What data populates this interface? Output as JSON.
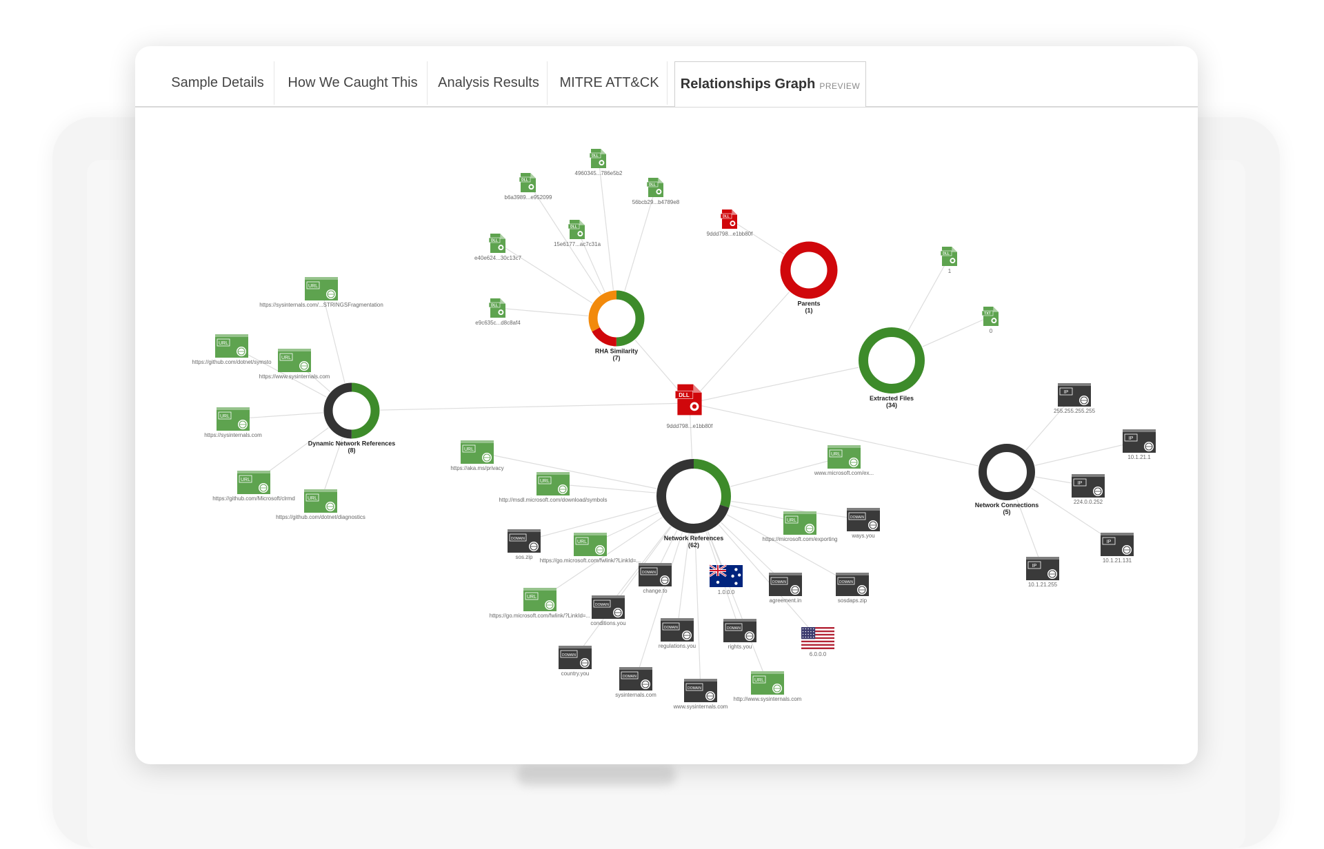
{
  "tabs": [
    {
      "label": "Sample Details"
    },
    {
      "label": "How We Caught This"
    },
    {
      "label": "Analysis Results"
    },
    {
      "label": "MITRE ATT&CK"
    },
    {
      "label": "Relationships Graph",
      "badge": "PREVIEW",
      "active": true
    }
  ],
  "colors": {
    "green": "#3d8b2a",
    "red": "#d0070b",
    "orange": "#f28a0c",
    "dark": "#333333",
    "link": "#dddddd"
  },
  "graph": {
    "center": {
      "type": "DLL",
      "label": "9ddd798...e1bb80f"
    },
    "hubs": [
      {
        "id": "rha",
        "title": "RHA Similarity",
        "count": "(7)"
      },
      {
        "id": "parents",
        "title": "Parents",
        "count": "(1)"
      },
      {
        "id": "extracted",
        "title": "Extracted Files",
        "count": "(34)"
      },
      {
        "id": "dyn",
        "title": "Dynamic Network References",
        "count": "(8)"
      },
      {
        "id": "netref",
        "title": "Network References",
        "count": "(62)"
      },
      {
        "id": "netconn",
        "title": "Network Connections",
        "count": "(5)"
      }
    ],
    "nodes": [
      {
        "hub": "rha",
        "kind": "DLL",
        "label": "4960345...786e5b2"
      },
      {
        "hub": "rha",
        "kind": "DLL",
        "label": "b6a3989...e952099"
      },
      {
        "hub": "rha",
        "kind": "DLL",
        "label": "56bcb29...b4789e8"
      },
      {
        "hub": "rha",
        "kind": "DLL",
        "label": "15e6177...ac7c31a"
      },
      {
        "hub": "rha",
        "kind": "DLL",
        "label": "e40e624...30c13c7"
      },
      {
        "hub": "rha",
        "kind": "DLL",
        "label": "e9c635c...d8c8af4"
      },
      {
        "hub": "parents",
        "kind": "DLL",
        "label": "9ddd798...e1bb80f"
      },
      {
        "hub": "extracted",
        "kind": "DLL",
        "label": "1"
      },
      {
        "hub": "extracted",
        "kind": "TXT",
        "label": "0"
      },
      {
        "hub": "dyn",
        "kind": "URL",
        "label": "https://sysinternals.com/...STRINGSFragmentation"
      },
      {
        "hub": "dyn",
        "kind": "URL",
        "label": "https://github.com/dotnet/symsto"
      },
      {
        "hub": "dyn",
        "kind": "URL",
        "label": "https://www.sysinternals.com"
      },
      {
        "hub": "dyn",
        "kind": "URL",
        "label": "https://sysinternals.com"
      },
      {
        "hub": "dyn",
        "kind": "URL",
        "label": "https://github.com/Microsoft/clrmd"
      },
      {
        "hub": "dyn",
        "kind": "URL",
        "label": "https://github.com/dotnet/diagnostics"
      },
      {
        "hub": "netref",
        "kind": "URL",
        "label": "https://aka.ms/privacy"
      },
      {
        "hub": "netref",
        "kind": "URL",
        "label": "http://msdl.microsoft.com/download/symbols"
      },
      {
        "hub": "netref",
        "kind": "URL",
        "label": "www.microsoft.com/ex..."
      },
      {
        "hub": "netref",
        "kind": "URL",
        "label": "https://microsoft.com/exporting"
      },
      {
        "hub": "netref",
        "kind": "DOMAIN",
        "label": "ways.you"
      },
      {
        "hub": "netref",
        "kind": "DOMAIN",
        "label": "sos.zip"
      },
      {
        "hub": "netref",
        "kind": "URL",
        "label": "https://go.microsoft.com/fwlink/?LinkId=..."
      },
      {
        "hub": "netref",
        "kind": "DOMAIN",
        "label": "change.to"
      },
      {
        "hub": "netref",
        "kind": "FLAG-AU",
        "label": "1.0.0.0"
      },
      {
        "hub": "netref",
        "kind": "DOMAIN",
        "label": "agreement.in"
      },
      {
        "hub": "netref",
        "kind": "DOMAIN",
        "label": "sosdaps.zip"
      },
      {
        "hub": "netref",
        "kind": "URL",
        "label": "https://go.microsoft.com/fwlink/?LinkId=..."
      },
      {
        "hub": "netref",
        "kind": "DOMAIN",
        "label": "conditions.you"
      },
      {
        "hub": "netref",
        "kind": "FLAG-US",
        "label": "6.0.0.0"
      },
      {
        "hub": "netref",
        "kind": "DOMAIN",
        "label": "regulations.you"
      },
      {
        "hub": "netref",
        "kind": "DOMAIN",
        "label": "rights.you"
      },
      {
        "hub": "netref",
        "kind": "DOMAIN",
        "label": "country.you"
      },
      {
        "hub": "netref",
        "kind": "DOMAIN",
        "label": "sysinternals.com"
      },
      {
        "hub": "netref",
        "kind": "DOMAIN",
        "label": "www.sysinternals.com"
      },
      {
        "hub": "netref",
        "kind": "URL",
        "label": "http://www.sysinternals.com"
      },
      {
        "hub": "netconn",
        "kind": "IP",
        "label": "255.255.255.255"
      },
      {
        "hub": "netconn",
        "kind": "IP",
        "label": "10.1.21.1"
      },
      {
        "hub": "netconn",
        "kind": "IP",
        "label": "224.0.0.252"
      },
      {
        "hub": "netconn",
        "kind": "IP",
        "label": "10.1.21.131"
      },
      {
        "hub": "netconn",
        "kind": "IP",
        "label": "10.1.21.255"
      }
    ]
  }
}
